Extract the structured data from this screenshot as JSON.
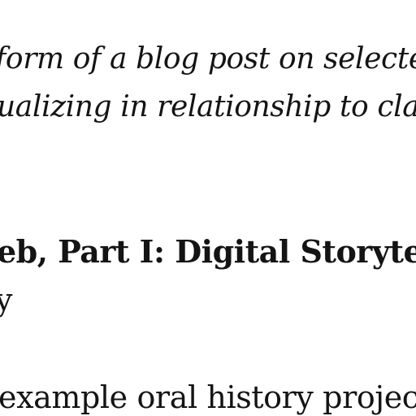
{
  "document": {
    "paragraph_1": {
      "line_1": "form of  a blog post on selected",
      "line_2": "ualizing in relationship to class"
    },
    "section_heading": "eb, Part I: Digital Storyte",
    "heading_fragment": "y",
    "paragraph_2": {
      "line_1": "example oral history project"
    }
  }
}
